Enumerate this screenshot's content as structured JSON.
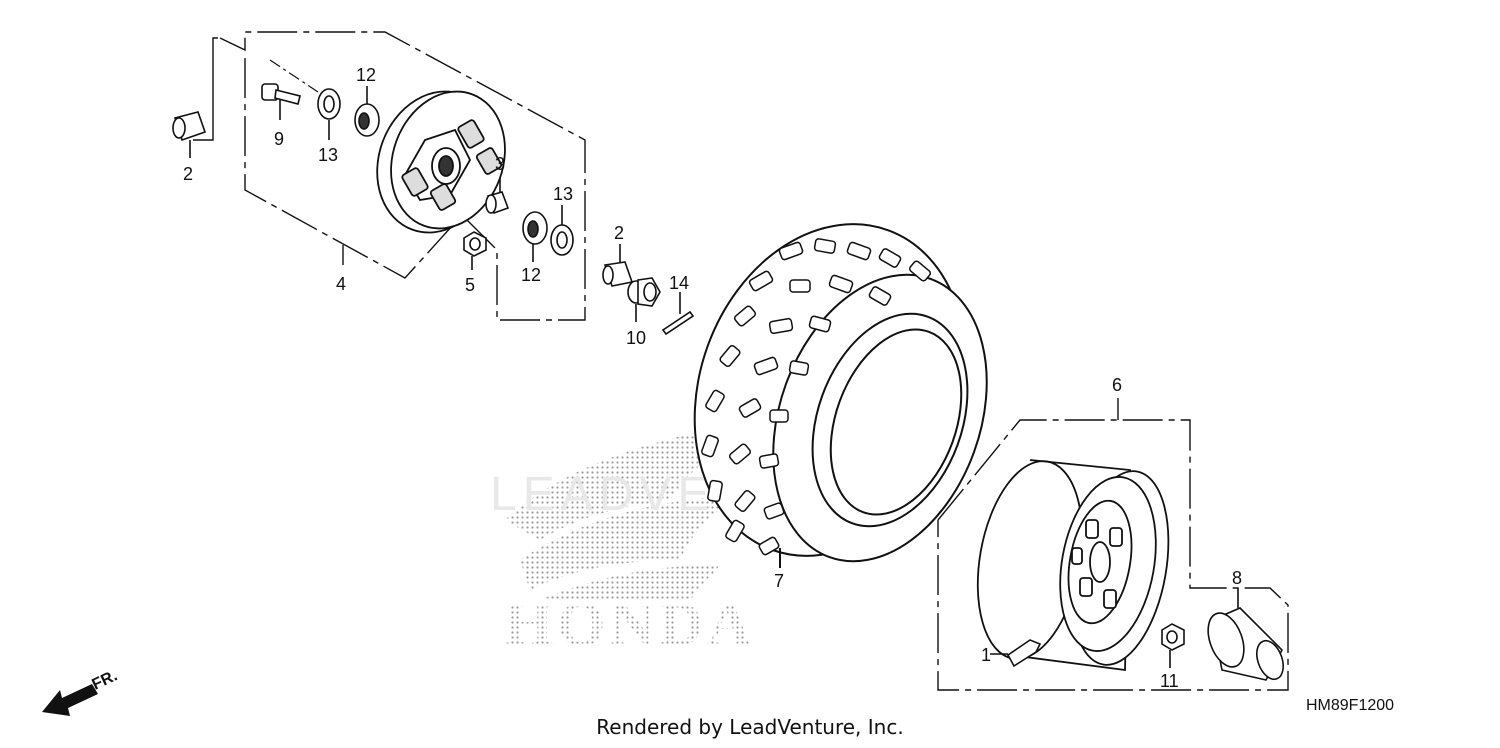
{
  "diagram": {
    "callouts": {
      "p1": "1",
      "p2a": "2",
      "p2b": "2",
      "p3": "3",
      "p4": "4",
      "p5": "5",
      "p6": "6",
      "p7": "7",
      "p8": "8",
      "p9": "9",
      "p10": "10",
      "p11": "11",
      "p12a": "12",
      "p12b": "12",
      "p13a": "13",
      "p13b": "13",
      "p14": "14"
    },
    "direction_label": "FR.",
    "watermark_brand": "HONDA",
    "watermark_text": "LEADVENTURE",
    "diagram_code": "HM89F1200",
    "credit": "Rendered by LeadVenture, Inc."
  }
}
